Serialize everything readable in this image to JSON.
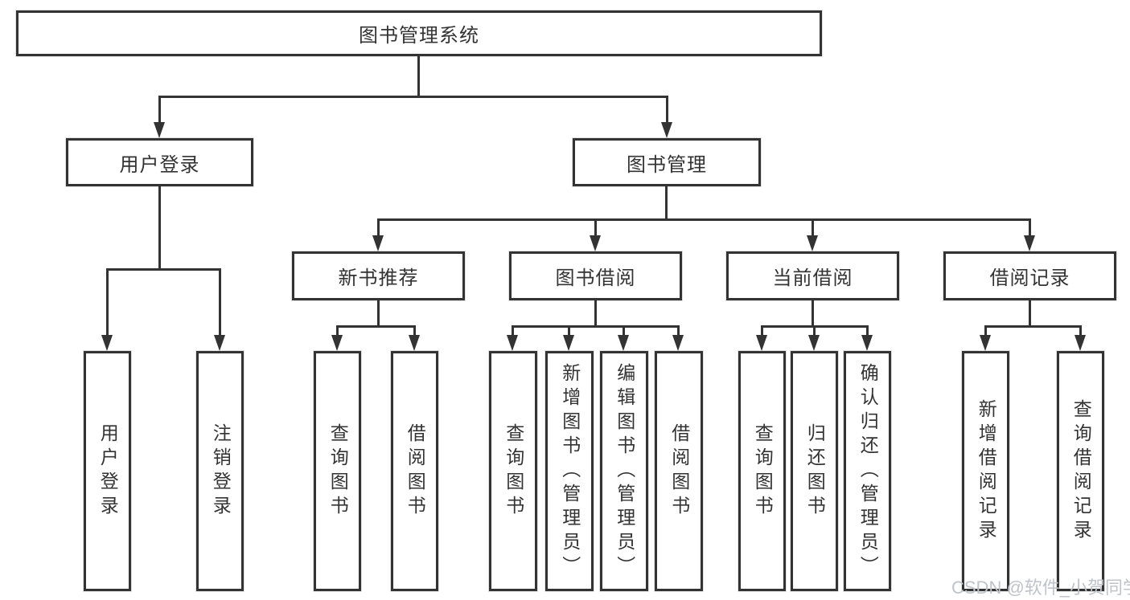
{
  "tree": {
    "root": {
      "label": "图书管理系统"
    },
    "branches": [
      {
        "label": "用户登录",
        "children": [
          {
            "label": "用户登录"
          },
          {
            "label": "注销登录"
          }
        ]
      },
      {
        "label": "图书管理",
        "children": [
          {
            "label": "新书推荐",
            "children": [
              {
                "label": "查询图书"
              },
              {
                "label": "借阅图书"
              }
            ]
          },
          {
            "label": "图书借阅",
            "children": [
              {
                "label": "查询图书"
              },
              {
                "label": "新增图书（管理员）"
              },
              {
                "label": "编辑图书（管理员）"
              },
              {
                "label": "借阅图书"
              }
            ]
          },
          {
            "label": "当前借阅",
            "children": [
              {
                "label": "查询图书"
              },
              {
                "label": "归还图书"
              },
              {
                "label": "确认归还（管理员）"
              }
            ]
          },
          {
            "label": "借阅记录",
            "children": [
              {
                "label": "新增借阅记录"
              },
              {
                "label": "查询借阅记录"
              }
            ]
          }
        ]
      }
    ]
  },
  "watermark": {
    "text": "CSDN @软件_小贺同学"
  },
  "colors": {
    "line": "#333333",
    "box_border": "#333333",
    "text": "#333333",
    "watermark": "#bfc3ca",
    "background": "#ffffff"
  }
}
